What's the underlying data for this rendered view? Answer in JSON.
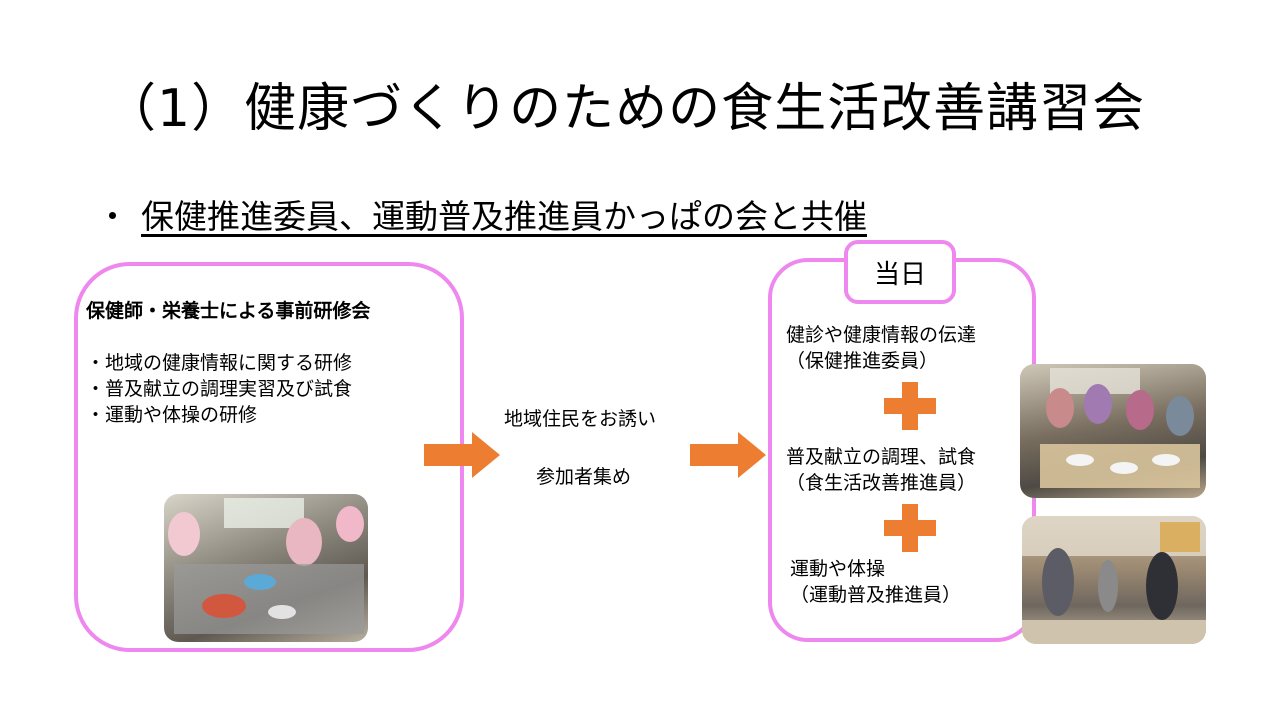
{
  "title": "（1）健康づくりのための食生活改善講習会",
  "bullet": {
    "mark": "・",
    "text": "保健推進委員、運動普及推進員かっぱの会と共催"
  },
  "left_box": {
    "heading": "保健師・栄養士による事前研修会",
    "items": [
      "・地域の健康情報に関する研修",
      "・普及献立の調理実習及び試食",
      "・運動や体操の研修"
    ]
  },
  "middle": {
    "line1": "地域住民をお誘い",
    "line2": "参加者集め"
  },
  "right_box": {
    "tab": "当日",
    "block1": [
      "健診や健康情報の伝達",
      "（保健推進委員）"
    ],
    "block2": [
      "普及献立の調理、試食",
      "（食生活改善推進員）"
    ],
    "block3": [
      "運動や体操",
      "（運動普及推進員）"
    ]
  },
  "colors": {
    "border_pink": "#ee88ee",
    "arrow_orange": "#ed7d31",
    "plus_orange": "#ed7d31"
  },
  "icons": {
    "arrow": "right-arrow-icon",
    "plus": "plus-icon"
  }
}
